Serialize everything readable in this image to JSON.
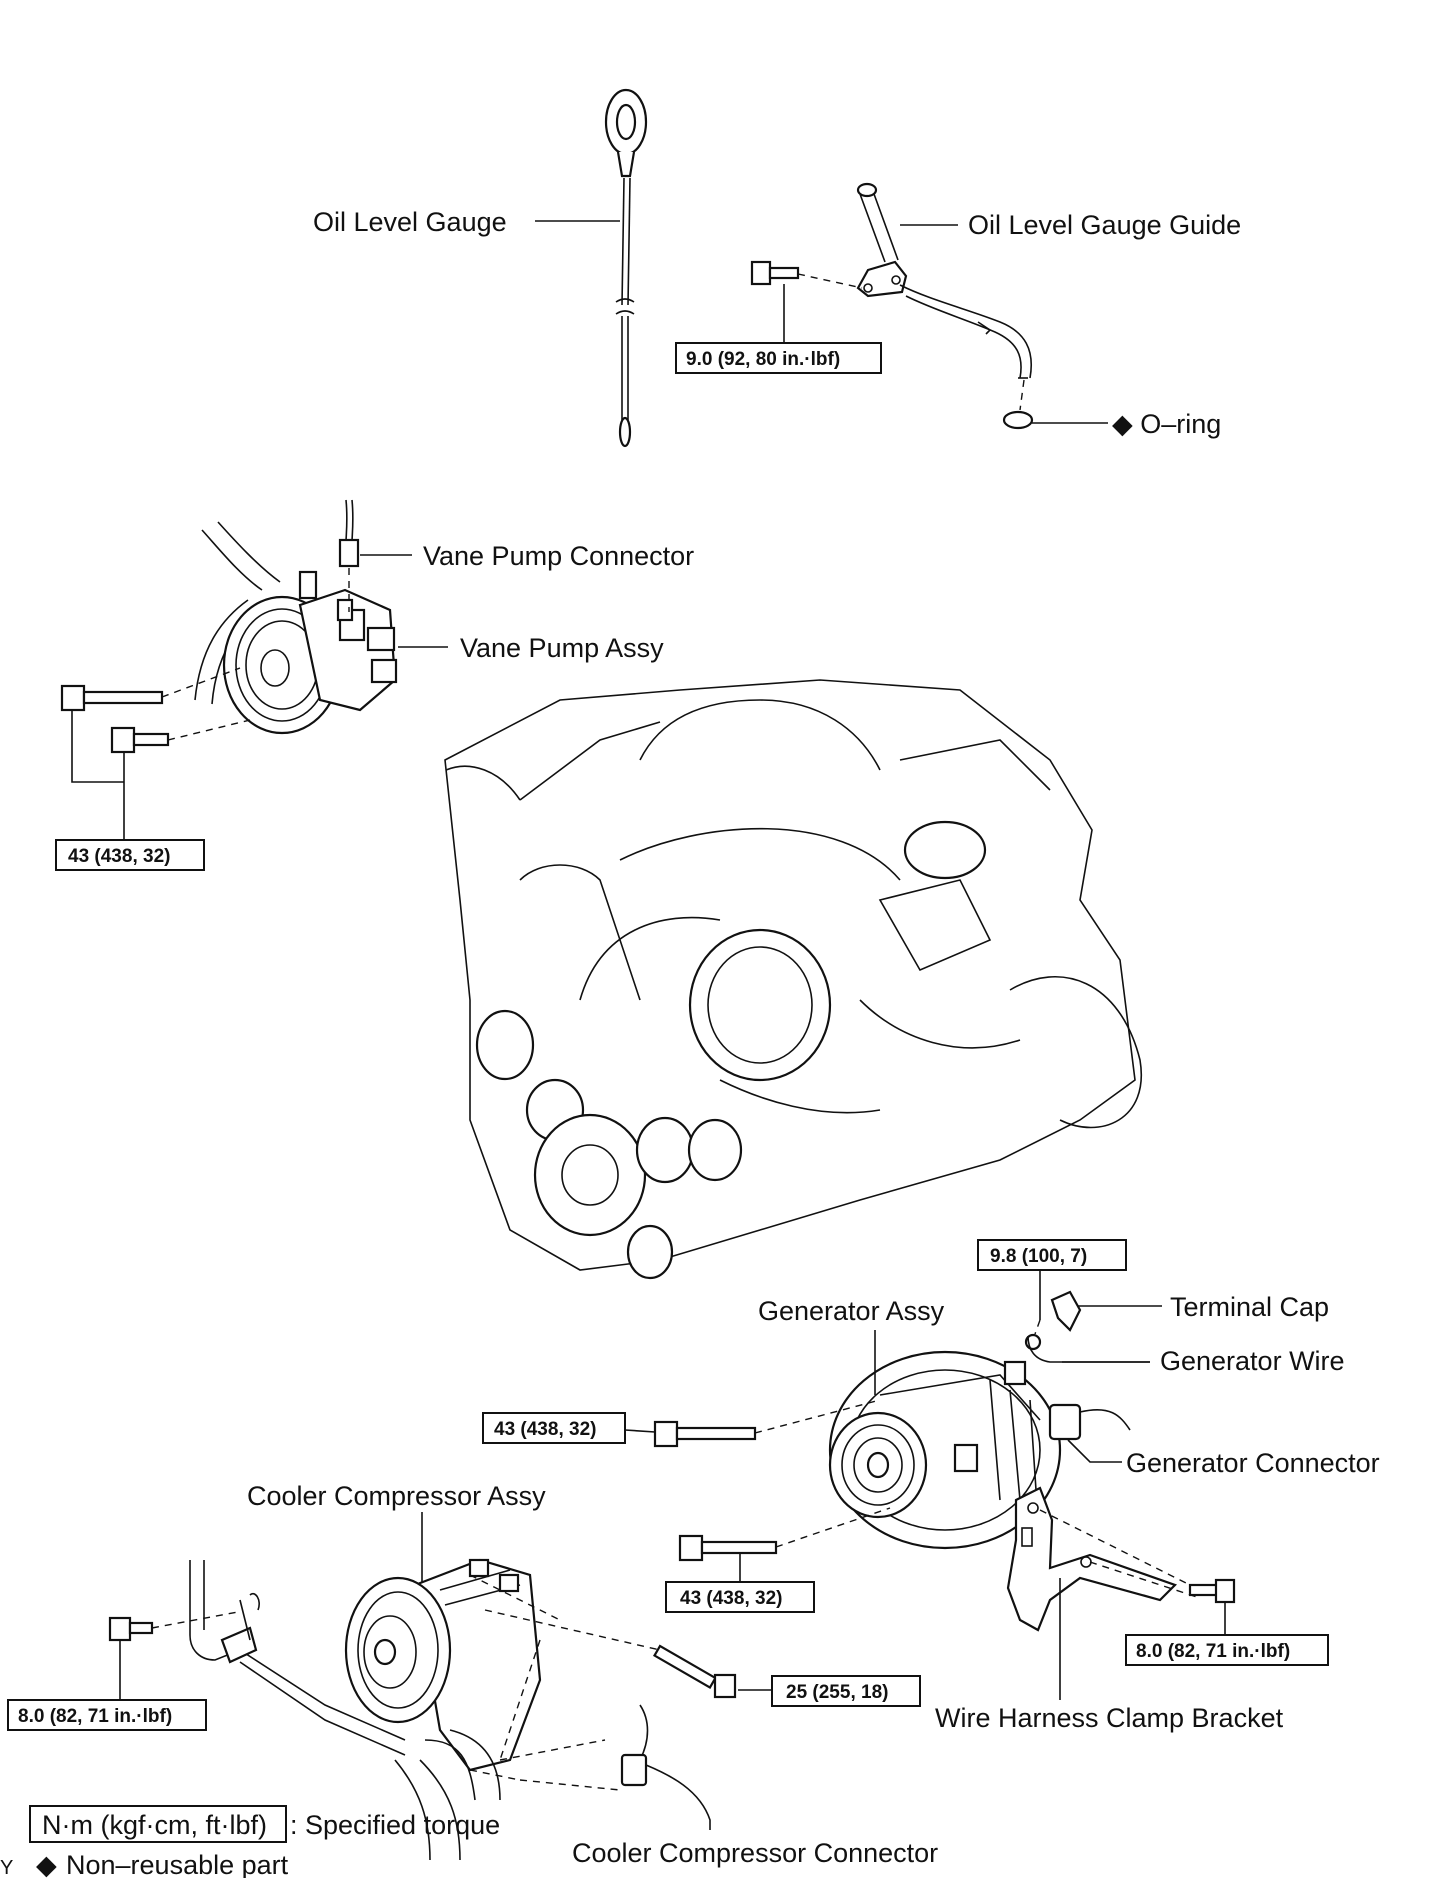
{
  "labels": {
    "oil_level_gauge": "Oil Level Gauge",
    "oil_level_gauge_guide": "Oil Level Gauge Guide",
    "o_ring": "O–ring",
    "vane_pump_connector": "Vane Pump Connector",
    "vane_pump_assy": "Vane Pump Assy",
    "generator_assy": "Generator Assy",
    "terminal_cap": "Terminal Cap",
    "generator_wire": "Generator Wire",
    "generator_connector": "Generator Connector",
    "cooler_compressor_assy": "Cooler Compressor Assy",
    "wire_harness_clamp_bracket": "Wire Harness Clamp Bracket",
    "cooler_compressor_connector": "Cooler Compressor Connector"
  },
  "torques": {
    "oil_gauge_guide_bolt": "9.0 (92, 80 in.·lbf)",
    "vane_pump_bolts": "43 (438, 32)",
    "generator_wire_nut": "9.8 (100, 7)",
    "generator_upper_bolt": "43 (438, 32)",
    "generator_lower_bolt": "43 (438, 32)",
    "bracket_bolt": "8.0 (82, 71 in.·lbf)",
    "compressor_bolt": "25 (255, 18)",
    "pipe_clamp_bolt": "8.0 (82, 71 in.·lbf)"
  },
  "legend": {
    "unit_box": "N·m (kgf·cm, ft·lbf)",
    "unit_desc": ": Specified torque",
    "diamond": "◆",
    "non_reusable": "Non–reusable part",
    "margin_mark": "Y"
  }
}
